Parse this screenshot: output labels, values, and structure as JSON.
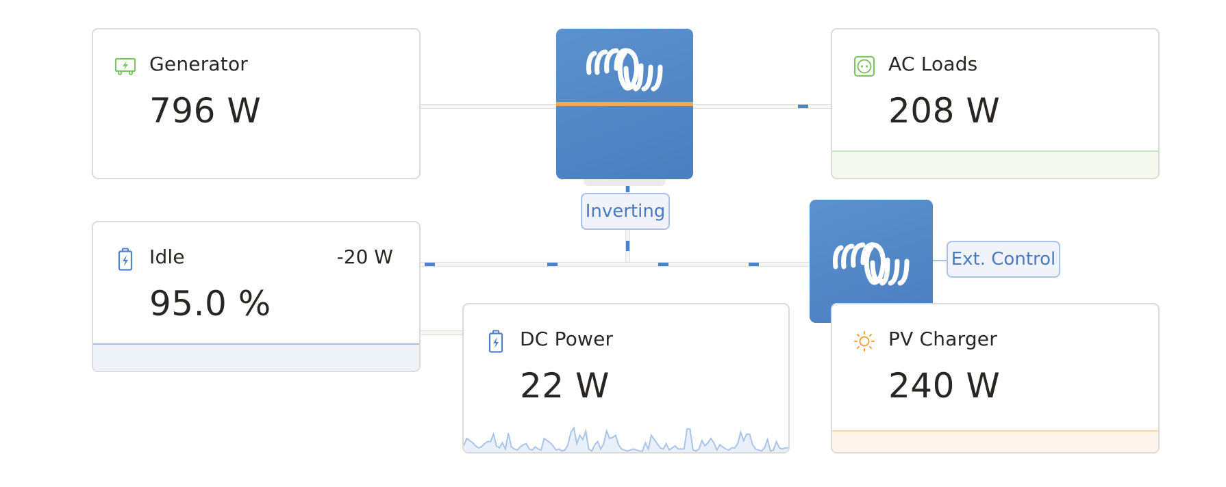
{
  "generator": {
    "title": "Generator",
    "value": "796 W",
    "icon": "generator-icon",
    "accent": "#7cc460"
  },
  "ac_loads": {
    "title": "AC Loads",
    "value": "208 W",
    "icon": "socket-icon",
    "accent": "#7cc460",
    "band_color": "#f4f8ef",
    "line_color": "#c9e4bc"
  },
  "battery": {
    "title": "Idle",
    "power": "-20 W",
    "value": "95.0 %",
    "icon": "battery-icon",
    "accent": "#4f81c4",
    "state_of_charge_percent": 95.0,
    "band_color": "#eef2f9",
    "line_color": "#a4c0e2"
  },
  "dc_power": {
    "title": "DC Power",
    "value": "22 W",
    "icon": "battery-icon",
    "accent": "#4f81c4",
    "sparkline": [
      6,
      13,
      11,
      9,
      6,
      4,
      5,
      8,
      10,
      10,
      17,
      6,
      4,
      9,
      3,
      18,
      5,
      3,
      2,
      5,
      7,
      8,
      3,
      2,
      5,
      3,
      2,
      13,
      11,
      9,
      6,
      2,
      3,
      1,
      2,
      7,
      19,
      23,
      8,
      16,
      12,
      20,
      3,
      1,
      7,
      10,
      3,
      8,
      20,
      13,
      14,
      16,
      7,
      3,
      2,
      1,
      2,
      3,
      2,
      1,
      1,
      9,
      3,
      16,
      12,
      8,
      4,
      3,
      8,
      2,
      4,
      6,
      3,
      3,
      3,
      22,
      22,
      2,
      1,
      3,
      11,
      6,
      9,
      13,
      9,
      2,
      7,
      5,
      3,
      2,
      4,
      4,
      8,
      19,
      11,
      17,
      17,
      7,
      3,
      2,
      1,
      4,
      12,
      1,
      2,
      10,
      4,
      3,
      4,
      4
    ]
  },
  "pv_charger": {
    "title": "PV Charger",
    "value": "240 W",
    "icon": "sun-icon",
    "accent": "#f0a040",
    "band_color": "#fef6ec",
    "line_color": "#f7d9a8"
  },
  "inverter": {
    "name": "inverter-charger",
    "status": "Inverting",
    "logo": "victron-logo",
    "ac_line_color": "#f0ad4e"
  },
  "mppt": {
    "name": "solar-charger",
    "status": "Ext. Control",
    "logo": "victron-logo"
  }
}
